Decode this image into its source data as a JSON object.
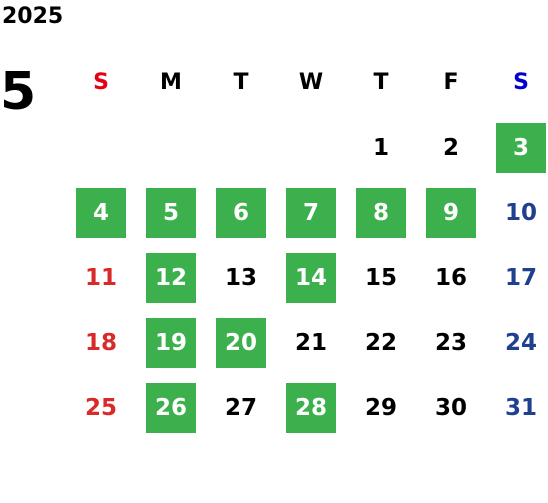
{
  "calendar": {
    "year": "2025",
    "month": "5",
    "weekdays": [
      {
        "label": "S",
        "color": "#e60012"
      },
      {
        "label": "M",
        "color": "#000000"
      },
      {
        "label": "T",
        "color": "#000000"
      },
      {
        "label": "W",
        "color": "#000000"
      },
      {
        "label": "T",
        "color": "#000000"
      },
      {
        "label": "F",
        "color": "#000000"
      },
      {
        "label": "S",
        "color": "#0000cc"
      }
    ],
    "colors": {
      "sunday": "#d92a2a",
      "saturday": "#1f3f8f",
      "weekday": "#000000",
      "highlight_bg": "#3cb04c",
      "highlight_text": "#ffffff"
    },
    "weeks": [
      [
        {
          "day": "",
          "highlight": false
        },
        {
          "day": "",
          "highlight": false
        },
        {
          "day": "",
          "highlight": false
        },
        {
          "day": "",
          "highlight": false
        },
        {
          "day": "1",
          "highlight": false
        },
        {
          "day": "2",
          "highlight": false
        },
        {
          "day": "3",
          "highlight": true
        }
      ],
      [
        {
          "day": "4",
          "highlight": true
        },
        {
          "day": "5",
          "highlight": true
        },
        {
          "day": "6",
          "highlight": true
        },
        {
          "day": "7",
          "highlight": true
        },
        {
          "day": "8",
          "highlight": true
        },
        {
          "day": "9",
          "highlight": true
        },
        {
          "day": "10",
          "highlight": false
        }
      ],
      [
        {
          "day": "11",
          "highlight": false
        },
        {
          "day": "12",
          "highlight": true
        },
        {
          "day": "13",
          "highlight": false
        },
        {
          "day": "14",
          "highlight": true
        },
        {
          "day": "15",
          "highlight": false
        },
        {
          "day": "16",
          "highlight": false
        },
        {
          "day": "17",
          "highlight": false
        }
      ],
      [
        {
          "day": "18",
          "highlight": false
        },
        {
          "day": "19",
          "highlight": true
        },
        {
          "day": "20",
          "highlight": true
        },
        {
          "day": "21",
          "highlight": false
        },
        {
          "day": "22",
          "highlight": false
        },
        {
          "day": "23",
          "highlight": false
        },
        {
          "day": "24",
          "highlight": false
        }
      ],
      [
        {
          "day": "25",
          "highlight": false
        },
        {
          "day": "26",
          "highlight": true
        },
        {
          "day": "27",
          "highlight": false
        },
        {
          "day": "28",
          "highlight": true
        },
        {
          "day": "29",
          "highlight": false
        },
        {
          "day": "30",
          "highlight": false
        },
        {
          "day": "31",
          "highlight": false
        }
      ]
    ]
  }
}
